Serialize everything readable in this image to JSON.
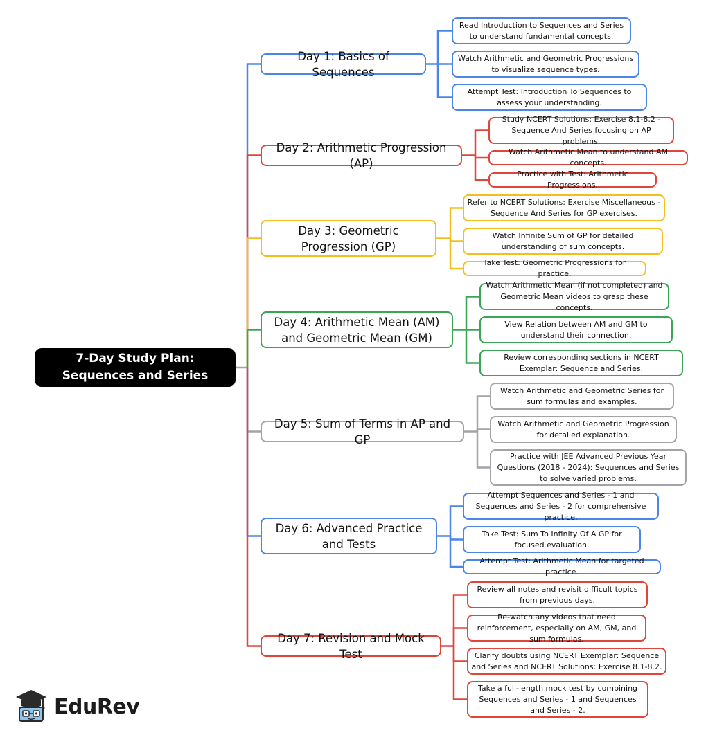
{
  "root": {
    "title": "7-Day Study Plan: Sequences and Series"
  },
  "days": [
    {
      "label": "Day 1: Basics of Sequences",
      "color": "#4a86e8",
      "tasks": [
        "Read Introduction to Sequences and Series to understand fundamental concepts.",
        "Watch Arithmetic and Geometric Progressions to visualize sequence types.",
        "Attempt Test: Introduction To Sequences to assess your understanding."
      ]
    },
    {
      "label": "Day 2: Arithmetic Progression (AP)",
      "color": "#e0453a",
      "tasks": [
        "Study NCERT Solutions: Exercise 8.1-8.2 - Sequence And Series focusing on AP problems.",
        "Watch Arithmetic Mean to understand AM concepts.",
        "Practice with Test: Arithmetic Progressions."
      ]
    },
    {
      "label": "Day 3: Geometric Progression (GP)",
      "color": "#f4be1e",
      "tasks": [
        "Refer to NCERT Solutions: Exercise Miscellaneous - Sequence And Series for GP exercises.",
        "Watch Infinite Sum of GP for detailed understanding of sum concepts.",
        "Take Test: Geometric Progressions for practice."
      ]
    },
    {
      "label": "Day 4: Arithmetic Mean (AM) and Geometric Mean (GM)",
      "color": "#3aa655",
      "tasks": [
        "Watch Arithmetic Mean (if not completed) and Geometric Mean videos to grasp these concepts.",
        "View Relation between AM and GM to understand their connection.",
        "Review corresponding sections in NCERT Exemplar: Sequence and Series."
      ]
    },
    {
      "label": "Day 5: Sum of Terms in AP and GP",
      "color": "#a3a3a8",
      "tasks": [
        "Watch Arithmetic and Geometric Series for sum formulas and examples.",
        "Watch Arithmetic and Geometric Progression for detailed explanation.",
        "Practice with JEE Advanced Previous Year Questions (2018 - 2024): Sequences and Series to solve varied problems."
      ]
    },
    {
      "label": "Day 6: Advanced Practice and Tests",
      "color": "#4a86e8",
      "tasks": [
        "Attempt Sequences and Series - 1 and Sequences and Series - 2 for comprehensive practice.",
        "Take Test: Sum To Infinity Of A GP for focused evaluation.",
        "Attempt Test: Arithmetic Mean for targeted practice."
      ]
    },
    {
      "label": "Day 7: Revision and Mock Test",
      "color": "#e0453a",
      "tasks": [
        "Review all notes and revisit difficult topics from previous days.",
        "Re-watch any videos that need reinforcement, especially on AM, GM, and sum formulas.",
        "Clarify doubts using NCERT Exemplar: Sequence and Series and NCERT Solutions: Exercise 8.1-8.2.",
        "Take a full-length mock test by combining Sequences and Series - 1 and Sequences and Series - 2."
      ]
    }
  ],
  "brand": {
    "name": "EduRev",
    "icon": "graduation-cap-icon"
  }
}
